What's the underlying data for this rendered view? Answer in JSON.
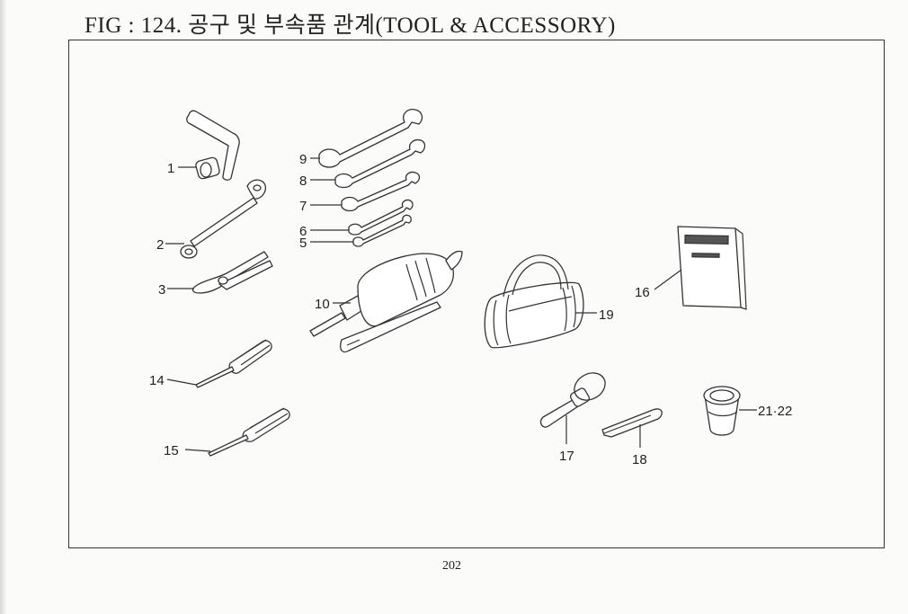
{
  "figure": {
    "title": "FIG : 124. 공구 및 부속품 관계(TOOL & ACCESSORY)"
  },
  "callouts": {
    "c1": "1",
    "c2": "2",
    "c3": "3",
    "c5": "5",
    "c6": "6",
    "c7": "7",
    "c8": "8",
    "c9": "9",
    "c10": "10",
    "c14": "14",
    "c15": "15",
    "c16": "16",
    "c17": "17",
    "c18": "18",
    "c19": "19",
    "c21_22": "21·22"
  },
  "page": {
    "number": "202"
  },
  "icons": {
    "socket_wrench": "socket-wrench-icon",
    "offset_wrench": "offset-wrench-icon",
    "pliers": "pliers-icon",
    "open_end_wrenches": "open-end-wrench-icon",
    "grease_gun": "grease-gun-icon",
    "tool_bag": "tool-bag-icon",
    "manual": "manual-book-icon",
    "screwdrivers": "screwdriver-icon",
    "pin": "pin-icon",
    "clip": "clip-icon",
    "cup": "grease-cup-icon"
  }
}
